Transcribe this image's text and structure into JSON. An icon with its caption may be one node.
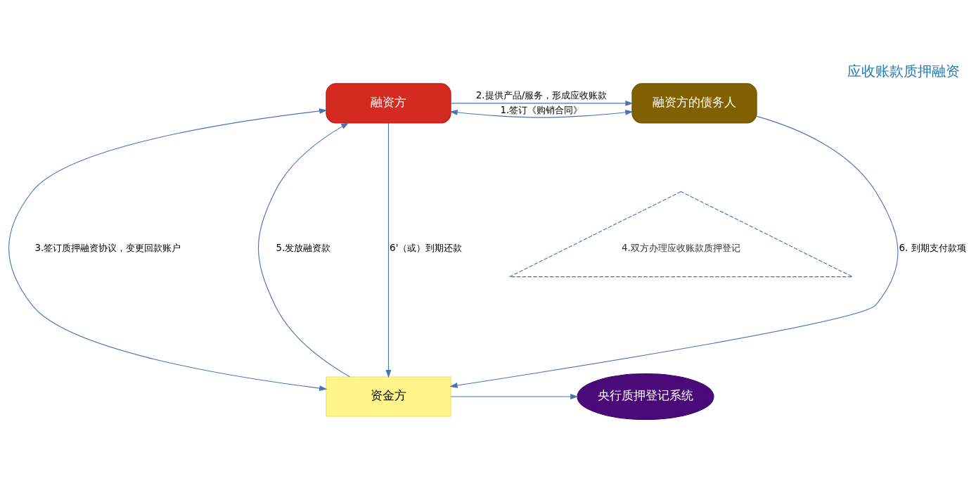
{
  "diagram": {
    "title": "应收账款质押融资",
    "nodes": [
      {
        "text": [
          "融资方"
        ]
      },
      {
        "text": [
          "融资方的债务人"
        ]
      },
      {
        "text": [
          "资金方"
        ]
      },
      {
        "text": [
          "央行质押登记系统"
        ]
      },
      {
        "text": [
          "4.双方办理应收账款质押登记"
        ]
      }
    ],
    "edges": [
      {
        "from": 0,
        "to": 1,
        "arrow": "both",
        "label": "1.签订《购销合同》"
      },
      {
        "from": 0,
        "to": 1,
        "arrow": "to",
        "label": "2.提供产品/服务，形成应收账款"
      },
      {
        "from": 0,
        "to": 2,
        "arrow": "both",
        "label": "3.签订质押融资协议，变更回款账户"
      },
      {
        "from": 2,
        "to": 0,
        "arrow": "to",
        "label": "5.发放融资款"
      },
      {
        "from": 0,
        "to": 2,
        "arrow": "to",
        "label": "6'（或）到期还款"
      },
      {
        "from": 1,
        "to": 2,
        "arrow": "to",
        "label": "6. 到期支付款项"
      },
      {
        "from": 2,
        "to": 3,
        "arrow": "to"
      }
    ]
  }
}
